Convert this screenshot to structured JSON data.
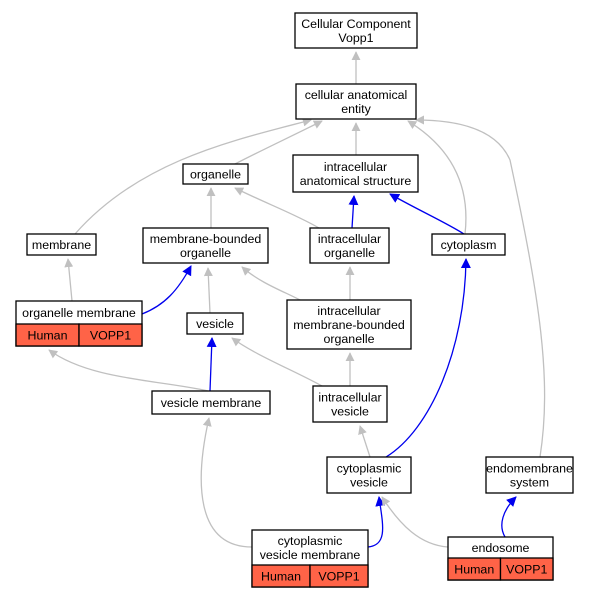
{
  "colors": {
    "is_a_edge": "#c0c0c0",
    "part_of_edge": "#0000ee",
    "annotation_cell": "#ff6347",
    "node_fill": "#ffffff",
    "node_border": "#000000"
  },
  "nodes": {
    "cellular_component": {
      "lines": [
        "Cellular Component",
        "Vopp1"
      ]
    },
    "cellular_anatomical_entity": {
      "lines": [
        "cellular anatomical",
        "entity"
      ]
    },
    "organelle": {
      "lines": [
        "organelle"
      ]
    },
    "intracellular_anatomical_structure": {
      "lines": [
        "intracellular",
        "anatomical structure"
      ]
    },
    "membrane": {
      "lines": [
        "membrane"
      ]
    },
    "membrane_bounded_organelle": {
      "lines": [
        "membrane-bounded",
        "organelle"
      ]
    },
    "intracellular_organelle": {
      "lines": [
        "intracellular",
        "organelle"
      ]
    },
    "cytoplasm": {
      "lines": [
        "cytoplasm"
      ]
    },
    "organelle_membrane": {
      "lines": [
        "organelle membrane"
      ],
      "annotation": [
        "Human",
        "VOPP1"
      ]
    },
    "vesicle": {
      "lines": [
        "vesicle"
      ]
    },
    "intracellular_membrane_bounded_organelle": {
      "lines": [
        "intracellular",
        "membrane-bounded",
        "organelle"
      ]
    },
    "vesicle_membrane": {
      "lines": [
        "vesicle membrane"
      ]
    },
    "intracellular_vesicle": {
      "lines": [
        "intracellular",
        "vesicle"
      ]
    },
    "cytoplasmic_vesicle": {
      "lines": [
        "cytoplasmic",
        "vesicle"
      ]
    },
    "endomembrane_system": {
      "lines": [
        "endomembrane",
        "system"
      ]
    },
    "cytoplasmic_vesicle_membrane": {
      "lines": [
        "cytoplasmic",
        "vesicle membrane"
      ],
      "annotation": [
        "Human",
        "VOPP1"
      ]
    },
    "endosome": {
      "lines": [
        "endosome"
      ],
      "annotation": [
        "Human",
        "VOPP1"
      ]
    }
  },
  "edges": [
    {
      "from": "cellular_anatomical_entity",
      "to": "cellular_component",
      "relation": "is_a"
    },
    {
      "from": "organelle",
      "to": "cellular_anatomical_entity",
      "relation": "is_a"
    },
    {
      "from": "intracellular_anatomical_structure",
      "to": "cellular_anatomical_entity",
      "relation": "is_a"
    },
    {
      "from": "membrane",
      "to": "cellular_anatomical_entity",
      "relation": "is_a"
    },
    {
      "from": "cytoplasm",
      "to": "cellular_anatomical_entity",
      "relation": "is_a"
    },
    {
      "from": "endomembrane_system",
      "to": "cellular_anatomical_entity",
      "relation": "is_a"
    },
    {
      "from": "membrane_bounded_organelle",
      "to": "organelle",
      "relation": "is_a"
    },
    {
      "from": "intracellular_organelle",
      "to": "organelle",
      "relation": "is_a"
    },
    {
      "from": "intracellular_organelle",
      "to": "intracellular_anatomical_structure",
      "relation": "part_of"
    },
    {
      "from": "cytoplasm",
      "to": "intracellular_anatomical_structure",
      "relation": "part_of"
    },
    {
      "from": "organelle_membrane",
      "to": "membrane",
      "relation": "is_a"
    },
    {
      "from": "organelle_membrane",
      "to": "membrane_bounded_organelle",
      "relation": "part_of"
    },
    {
      "from": "vesicle",
      "to": "membrane_bounded_organelle",
      "relation": "is_a"
    },
    {
      "from": "intracellular_membrane_bounded_organelle",
      "to": "membrane_bounded_organelle",
      "relation": "is_a"
    },
    {
      "from": "intracellular_membrane_bounded_organelle",
      "to": "intracellular_organelle",
      "relation": "is_a"
    },
    {
      "from": "vesicle_membrane",
      "to": "organelle_membrane",
      "relation": "is_a"
    },
    {
      "from": "vesicle_membrane",
      "to": "vesicle",
      "relation": "part_of"
    },
    {
      "from": "intracellular_vesicle",
      "to": "vesicle",
      "relation": "is_a"
    },
    {
      "from": "intracellular_vesicle",
      "to": "intracellular_membrane_bounded_organelle",
      "relation": "is_a"
    },
    {
      "from": "cytoplasmic_vesicle",
      "to": "intracellular_vesicle",
      "relation": "is_a"
    },
    {
      "from": "cytoplasmic_vesicle",
      "to": "cytoplasm",
      "relation": "part_of"
    },
    {
      "from": "cytoplasmic_vesicle_membrane",
      "to": "vesicle_membrane",
      "relation": "is_a"
    },
    {
      "from": "cytoplasmic_vesicle_membrane",
      "to": "cytoplasmic_vesicle",
      "relation": "part_of"
    },
    {
      "from": "endosome",
      "to": "cytoplasmic_vesicle",
      "relation": "is_a"
    },
    {
      "from": "endosome",
      "to": "endomembrane_system",
      "relation": "part_of"
    }
  ]
}
